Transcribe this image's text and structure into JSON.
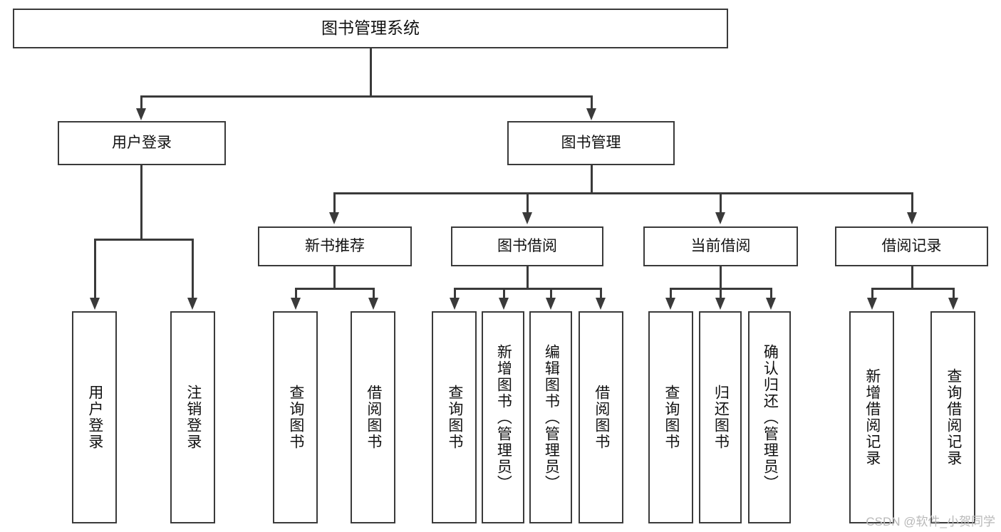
{
  "diagram": {
    "title": "图书管理系统",
    "watermark": "CSDN @软件_小贺同学",
    "line_color": "#3a3a3a",
    "box_fill": "#ffffff",
    "text_color": "#111111",
    "watermark_color": "#b9b9b9"
  },
  "nodes": {
    "root": {
      "label": "图书管理系统"
    },
    "level2": [
      {
        "label": "用户登录"
      },
      {
        "label": "图书管理"
      }
    ],
    "level3": [
      {
        "label": "新书推荐"
      },
      {
        "label": "图书借阅"
      },
      {
        "label": "当前借阅"
      },
      {
        "label": "借阅记录"
      }
    ],
    "leaves": [
      {
        "label": "用户登录"
      },
      {
        "label": "注销登录"
      },
      {
        "label": "查询图书"
      },
      {
        "label": "借阅图书"
      },
      {
        "label": "查询图书"
      },
      {
        "label": "新增图书（管理员）"
      },
      {
        "label": "编辑图书（管理员）"
      },
      {
        "label": "借阅图书"
      },
      {
        "label": "查询图书"
      },
      {
        "label": "归还图书"
      },
      {
        "label": "确认归还（管理员）"
      },
      {
        "label": "新增借阅记录"
      },
      {
        "label": "查询借阅记录"
      }
    ]
  },
  "chart_data": {
    "type": "table",
    "title": "图书管理系统",
    "tree": {
      "name": "图书管理系统",
      "children": [
        {
          "name": "用户登录",
          "children": [
            {
              "name": "用户登录"
            },
            {
              "name": "注销登录"
            }
          ]
        },
        {
          "name": "图书管理",
          "children": [
            {
              "name": "新书推荐",
              "children": [
                {
                  "name": "查询图书"
                },
                {
                  "name": "借阅图书"
                }
              ]
            },
            {
              "name": "图书借阅",
              "children": [
                {
                  "name": "查询图书"
                },
                {
                  "name": "新增图书（管理员）"
                },
                {
                  "name": "编辑图书（管理员）"
                },
                {
                  "name": "借阅图书"
                }
              ]
            },
            {
              "name": "当前借阅",
              "children": [
                {
                  "name": "查询图书"
                },
                {
                  "name": "归还图书"
                },
                {
                  "name": "确认归还（管理员）"
                }
              ]
            },
            {
              "name": "借阅记录",
              "children": [
                {
                  "name": "新增借阅记录"
                },
                {
                  "name": "查询借阅记录"
                }
              ]
            }
          ]
        }
      ]
    }
  }
}
